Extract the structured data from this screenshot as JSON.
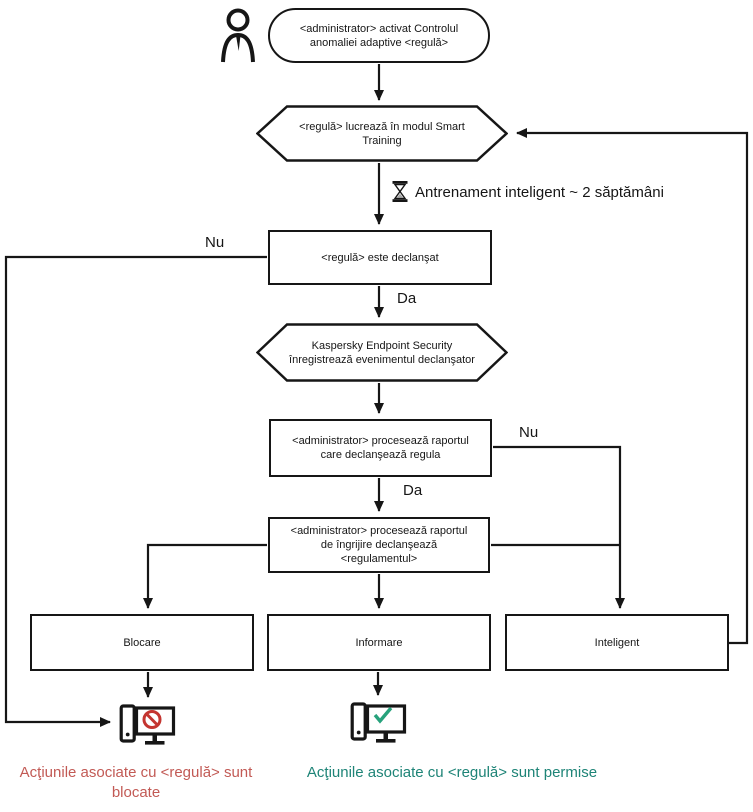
{
  "diagram": {
    "title": "Adaptive Anomaly Control rule workflow",
    "nodes": {
      "start": "<administrator> activat Controlul anomaliei adaptive <regulă>",
      "smart_training": "<regulă> lucrează în modul Smart Training",
      "triggered": "<regulă> este declanşat",
      "registers": "Kaspersky Endpoint Security înregistrează evenimentul declanşator",
      "report_triggering": "<administrator> procesează raportul care declanşează regula",
      "report_care": "<administrator> procesează raportul de îngrijire declanşează <regulamentul>",
      "block": "Blocare",
      "inform": "Informare",
      "smart": "Inteligent"
    },
    "edge_labels": {
      "nu_left": "Nu",
      "da_top": "Da",
      "nu_right": "Nu",
      "da_bottom": "Da"
    },
    "annotations": {
      "training_note": "Antrenament inteligent ~ 2 săptămâni"
    },
    "outcomes": {
      "blocked": "Acţiunile asociate cu <regulă> sunt blocate",
      "allowed": "Acţiunile asociate cu <regulă> sunt permise"
    },
    "icons": {
      "actor": "person",
      "wait": "hourglass",
      "blocked_pc": "computer-with-prohibition-sign",
      "allowed_pc": "computer-with-checkmark"
    },
    "colors": {
      "line": "#161616",
      "blocked_text": "#c25a55",
      "allowed_text": "#1e8477",
      "prohibition": "#c43530",
      "checkmark": "#27a27c"
    }
  }
}
